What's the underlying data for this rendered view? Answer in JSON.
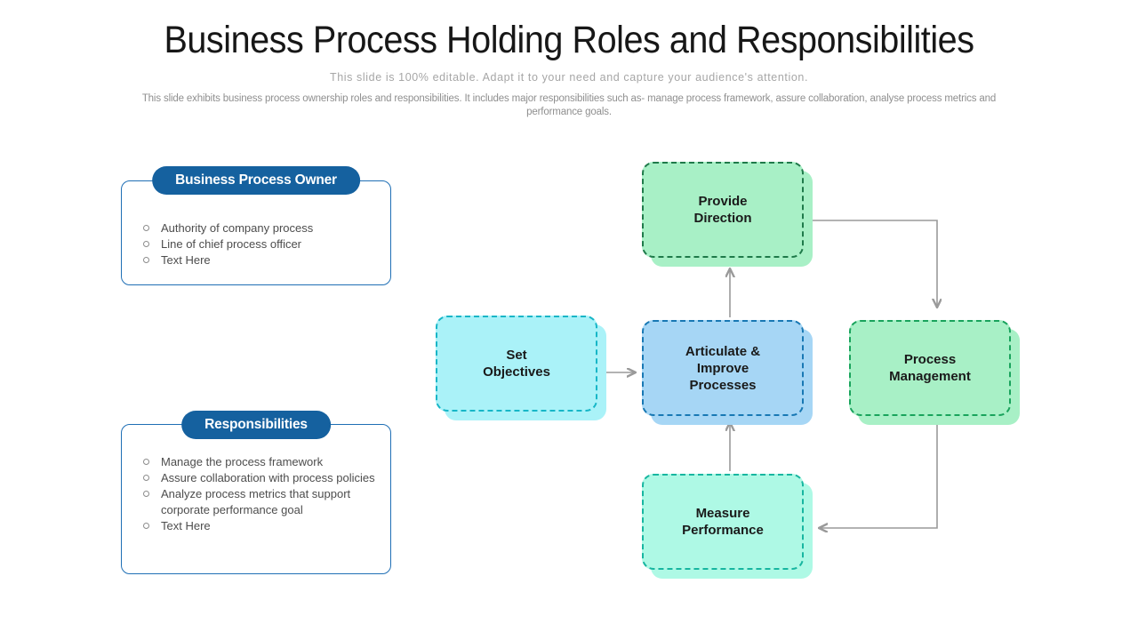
{
  "header": {
    "title": "Business Process Holding Roles and Responsibilities",
    "subtitle": "This slide is 100% editable. Adapt it to your need and capture your audience's attention.",
    "description": "This slide exhibits business process ownership roles and responsibilities. It includes major responsibilities such as- manage process framework, assure collaboration, analyse process metrics and performance goals."
  },
  "panels": [
    {
      "id": "business-process-owner",
      "title": "Business Process Owner",
      "items": [
        "Authority of company process",
        "Line of chief process officer",
        "Text Here"
      ]
    },
    {
      "id": "responsibilities",
      "title": "Responsibilities",
      "items": [
        "Manage the process framework",
        "Assure collaboration with process policies",
        "Analyze process metrics that support corporate performance goal",
        "Text Here"
      ]
    }
  ],
  "flow": {
    "nodes": [
      {
        "id": "provide-direction",
        "label": "Provide\nDirection",
        "fill": "#a8f0c6",
        "border": "#1f7a4a",
        "shadow": "#a8f0c6"
      },
      {
        "id": "set-objectives",
        "label": "Set\nObjectives",
        "fill": "#aaf2f8",
        "border": "#17b6c7",
        "shadow": "#aaf2f8"
      },
      {
        "id": "articulate-improve-processes",
        "label": "Articulate &\nImprove\nProcesses",
        "fill": "#a6d6f5",
        "border": "#1878b4",
        "shadow": "#a6d6f5"
      },
      {
        "id": "process-management",
        "label": "Process\nManagement",
        "fill": "#a8f0c6",
        "border": "#19a35c",
        "shadow": "#a8f0c6"
      },
      {
        "id": "measure-performance",
        "label": "Measure\nPerformance",
        "fill": "#aef9e5",
        "border": "#17b6a0",
        "shadow": "#aef9e5"
      }
    ],
    "connectors": [
      {
        "id": "set-to-articulate",
        "from": "set-objectives",
        "to": "articulate-improve-processes",
        "direction": "right"
      },
      {
        "id": "articulate-to-provide",
        "from": "articulate-improve-processes",
        "to": "provide-direction",
        "direction": "up"
      },
      {
        "id": "provide-to-process",
        "from": "provide-direction",
        "to": "process-management",
        "direction": "down"
      },
      {
        "id": "process-to-measure",
        "from": "process-management",
        "to": "measure-performance",
        "direction": "left"
      },
      {
        "id": "measure-to-articulate",
        "from": "measure-performance",
        "to": "articulate-improve-processes",
        "direction": "up"
      }
    ],
    "line_color": "#9a9a9a"
  },
  "colors": {
    "brand_blue": "#15619f",
    "panel_border": "#1f6fb5",
    "title_text": "#171717",
    "body_text": "#4d4d4d"
  }
}
